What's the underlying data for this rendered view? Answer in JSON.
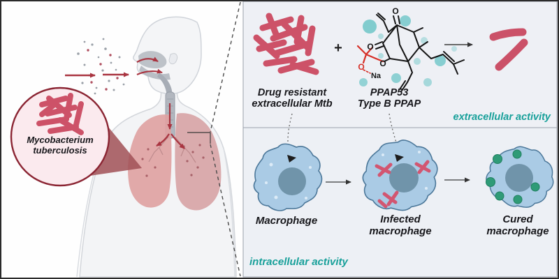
{
  "magnifier": {
    "label_line1": "Mycobacterium",
    "label_line2": "tuberculosis"
  },
  "extracellular_panel": {
    "mtb_label_line1": "Drug resistant",
    "mtb_label_line2": "extracellular Mtb",
    "plus_sign": "+",
    "compound_label_line1": "PPAP53",
    "compound_label_line2": "Type B PPAP",
    "activity_label": "extracellular activity",
    "atom_oxygen": "O",
    "atom_sodium": "Na"
  },
  "intracellular_panel": {
    "macrophage_label": "Macrophage",
    "infected_label_line1": "Infected",
    "infected_label_line2": "macrophage",
    "cured_label_line1": "Cured",
    "cured_label_line2": "macrophage",
    "activity_label": "intracellular activity"
  },
  "colors": {
    "bacteria_pink": "#cd5268",
    "teal_text": "#18a09a",
    "teal_bubble": "#74c8ca",
    "structure_red": "#d62f27",
    "macrophage_body": "#aacbe5",
    "macrophage_outline": "#4b7799",
    "nucleus_blue": "#7094aa",
    "cured_granule": "#2f9b77",
    "lung_pink": "#dfa2a2",
    "magnifier_fill": "#fbeaee",
    "magnifier_stroke": "#8b2533",
    "arrow_red": "#a93440",
    "panel_bg": "#eef0f5"
  }
}
